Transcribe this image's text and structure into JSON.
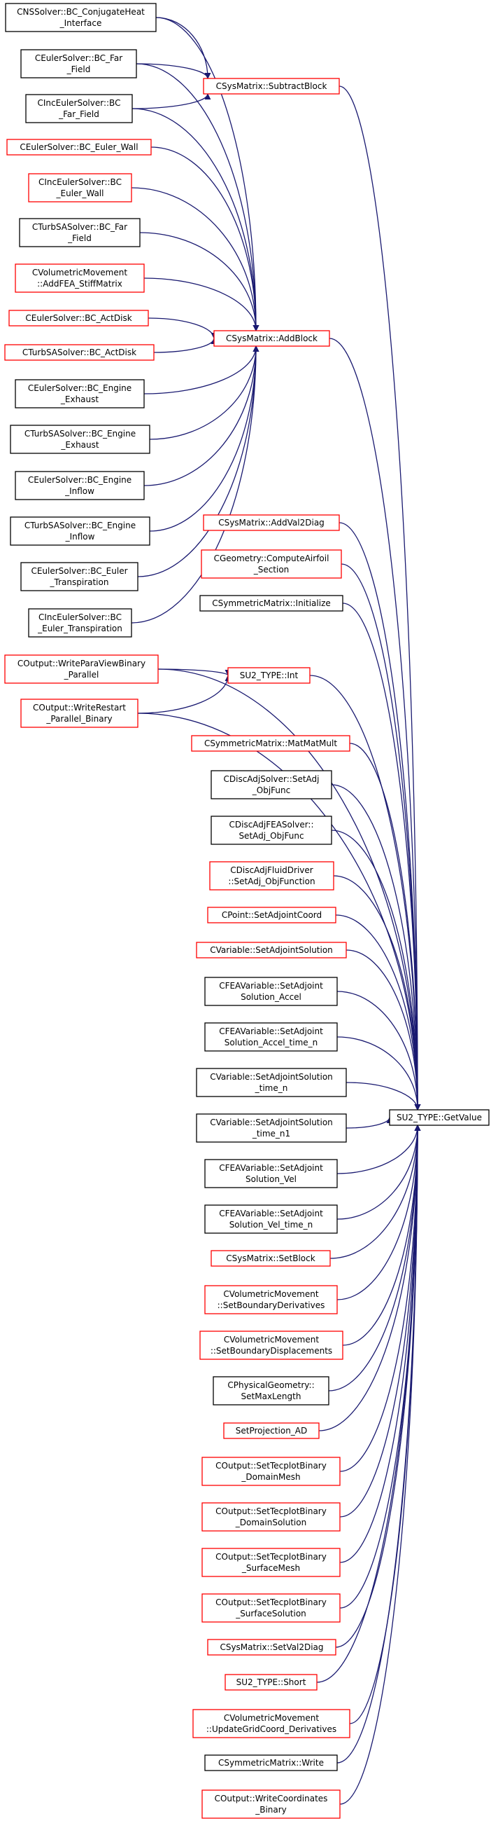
{
  "title": "SU2_TYPE::GetValue caller graph",
  "colors": {
    "edge": "#191970",
    "node_red": "#ff0000",
    "node_black": "#000000",
    "node_focus_fill": "#bfbfbf"
  },
  "nodes": [
    {
      "id": "getvalue",
      "lines": [
        "SU2_TYPE::GetValue"
      ],
      "color": "focus"
    },
    {
      "id": "cns_bc_conj",
      "lines": [
        "CNSSolver::BC_ConjugateHeat",
        "_Interface"
      ],
      "color": "black"
    },
    {
      "id": "ceuler_bc_far",
      "lines": [
        "CEulerSolver::BC_Far",
        "_Field"
      ],
      "color": "black"
    },
    {
      "id": "cinceuler_bc_far",
      "lines": [
        "CIncEulerSolver::BC",
        "_Far_Field"
      ],
      "color": "black"
    },
    {
      "id": "ceuler_bc_wall",
      "lines": [
        "CEulerSolver::BC_Euler_Wall"
      ],
      "color": "red"
    },
    {
      "id": "cinceuler_bc_wall",
      "lines": [
        "CIncEulerSolver::BC",
        "_Euler_Wall"
      ],
      "color": "red"
    },
    {
      "id": "cturb_bc_far",
      "lines": [
        "CTurbSASolver::BC_Far",
        "_Field"
      ],
      "color": "black"
    },
    {
      "id": "cvolmov_addfea",
      "lines": [
        "CVolumetricMovement",
        "::AddFEA_StiffMatrix"
      ],
      "color": "red"
    },
    {
      "id": "ceuler_actdisk",
      "lines": [
        "CEulerSolver::BC_ActDisk"
      ],
      "color": "red"
    },
    {
      "id": "cturb_actdisk",
      "lines": [
        "CTurbSASolver::BC_ActDisk"
      ],
      "color": "red"
    },
    {
      "id": "ceuler_eng_exh",
      "lines": [
        "CEulerSolver::BC_Engine",
        "_Exhaust"
      ],
      "color": "black"
    },
    {
      "id": "cturb_eng_exh",
      "lines": [
        "CTurbSASolver::BC_Engine",
        "_Exhaust"
      ],
      "color": "black"
    },
    {
      "id": "ceuler_eng_in",
      "lines": [
        "CEulerSolver::BC_Engine",
        "_Inflow"
      ],
      "color": "black"
    },
    {
      "id": "cturb_eng_in",
      "lines": [
        "CTurbSASolver::BC_Engine",
        "_Inflow"
      ],
      "color": "black"
    },
    {
      "id": "ceuler_transp",
      "lines": [
        "CEulerSolver::BC_Euler",
        "_Transpiration"
      ],
      "color": "black"
    },
    {
      "id": "cinceuler_transp",
      "lines": [
        "CIncEulerSolver::BC",
        "_Euler_Transpiration"
      ],
      "color": "black"
    },
    {
      "id": "coutput_paraview",
      "lines": [
        "COutput::WriteParaViewBinary",
        "_Parallel"
      ],
      "color": "red"
    },
    {
      "id": "coutput_restart",
      "lines": [
        "COutput::WriteRestart",
        "_Parallel_Binary"
      ],
      "color": "red"
    },
    {
      "id": "csys_subtract",
      "lines": [
        "CSysMatrix::SubtractBlock"
      ],
      "color": "red"
    },
    {
      "id": "csys_addblock",
      "lines": [
        "CSysMatrix::AddBlock"
      ],
      "color": "red"
    },
    {
      "id": "csys_addval2diag",
      "lines": [
        "CSysMatrix::AddVal2Diag"
      ],
      "color": "red"
    },
    {
      "id": "cgeom_airfoil",
      "lines": [
        "CGeometry::ComputeAirfoil",
        "_Section"
      ],
      "color": "red"
    },
    {
      "id": "csym_init",
      "lines": [
        "CSymmetricMatrix::Initialize"
      ],
      "color": "black"
    },
    {
      "id": "su2_int",
      "lines": [
        "SU2_TYPE::Int"
      ],
      "color": "red"
    },
    {
      "id": "csym_matmat",
      "lines": [
        "CSymmetricMatrix::MatMatMult"
      ],
      "color": "red"
    },
    {
      "id": "cdiscadj_setadj",
      "lines": [
        "CDiscAdjSolver::SetAdj",
        "_ObjFunc"
      ],
      "color": "black"
    },
    {
      "id": "cdiscadjfea_setadj",
      "lines": [
        "CDiscAdjFEASolver::",
        "SetAdj_ObjFunc"
      ],
      "color": "black"
    },
    {
      "id": "cdiscadjfluid_setadj",
      "lines": [
        "CDiscAdjFluidDriver",
        "::SetAdj_ObjFunction"
      ],
      "color": "red"
    },
    {
      "id": "cpoint_setadjcoord",
      "lines": [
        "CPoint::SetAdjointCoord"
      ],
      "color": "red"
    },
    {
      "id": "cvar_setadjsol",
      "lines": [
        "CVariable::SetAdjointSolution"
      ],
      "color": "red"
    },
    {
      "id": "cfea_setadj_accel",
      "lines": [
        "CFEAVariable::SetAdjoint",
        "Solution_Accel"
      ],
      "color": "black"
    },
    {
      "id": "cfea_setadj_accel_n",
      "lines": [
        "CFEAVariable::SetAdjoint",
        "Solution_Accel_time_n"
      ],
      "color": "black"
    },
    {
      "id": "cvar_setadj_n",
      "lines": [
        "CVariable::SetAdjointSolution",
        "_time_n"
      ],
      "color": "black"
    },
    {
      "id": "cvar_setadj_n1",
      "lines": [
        "CVariable::SetAdjointSolution",
        "_time_n1"
      ],
      "color": "black"
    },
    {
      "id": "cfea_setadj_vel",
      "lines": [
        "CFEAVariable::SetAdjoint",
        "Solution_Vel"
      ],
      "color": "black"
    },
    {
      "id": "cfea_setadj_vel_n",
      "lines": [
        "CFEAVariable::SetAdjoint",
        "Solution_Vel_time_n"
      ],
      "color": "black"
    },
    {
      "id": "csys_setblock",
      "lines": [
        "CSysMatrix::SetBlock"
      ],
      "color": "red"
    },
    {
      "id": "cvolmov_setbndderiv",
      "lines": [
        "CVolumetricMovement",
        "::SetBoundaryDerivatives"
      ],
      "color": "red"
    },
    {
      "id": "cvolmov_setbnddisp",
      "lines": [
        "CVolumetricMovement",
        "::SetBoundaryDisplacements"
      ],
      "color": "red"
    },
    {
      "id": "cphys_setmaxlen",
      "lines": [
        "CPhysicalGeometry::",
        "SetMaxLength"
      ],
      "color": "black"
    },
    {
      "id": "setprojection_ad",
      "lines": [
        "SetProjection_AD"
      ],
      "color": "red"
    },
    {
      "id": "coutput_tec_dmesh",
      "lines": [
        "COutput::SetTecplotBinary",
        "_DomainMesh"
      ],
      "color": "red"
    },
    {
      "id": "coutput_tec_dsol",
      "lines": [
        "COutput::SetTecplotBinary",
        "_DomainSolution"
      ],
      "color": "red"
    },
    {
      "id": "coutput_tec_smesh",
      "lines": [
        "COutput::SetTecplotBinary",
        "_SurfaceMesh"
      ],
      "color": "red"
    },
    {
      "id": "coutput_tec_ssol",
      "lines": [
        "COutput::SetTecplotBinary",
        "_SurfaceSolution"
      ],
      "color": "red"
    },
    {
      "id": "csys_setval2diag",
      "lines": [
        "CSysMatrix::SetVal2Diag"
      ],
      "color": "red"
    },
    {
      "id": "su2_short",
      "lines": [
        "SU2_TYPE::Short"
      ],
      "color": "red"
    },
    {
      "id": "cvolmov_updgrid",
      "lines": [
        "CVolumetricMovement",
        "::UpdateGridCoord_Derivatives"
      ],
      "color": "red"
    },
    {
      "id": "csym_write",
      "lines": [
        "CSymmetricMatrix::Write"
      ],
      "color": "black"
    },
    {
      "id": "coutput_writecoords",
      "lines": [
        "COutput::WriteCoordinates",
        "_Binary"
      ],
      "color": "red"
    }
  ],
  "edges": [
    [
      "csys_subtract",
      "getvalue"
    ],
    [
      "csys_addblock",
      "getvalue"
    ],
    [
      "csys_addval2diag",
      "getvalue"
    ],
    [
      "cgeom_airfoil",
      "getvalue"
    ],
    [
      "csym_init",
      "getvalue"
    ],
    [
      "coutput_paraview",
      "getvalue"
    ],
    [
      "su2_int",
      "getvalue"
    ],
    [
      "coutput_restart",
      "getvalue"
    ],
    [
      "csym_matmat",
      "getvalue"
    ],
    [
      "cdiscadj_setadj",
      "getvalue"
    ],
    [
      "cdiscadjfea_setadj",
      "getvalue"
    ],
    [
      "cdiscadjfluid_setadj",
      "getvalue"
    ],
    [
      "cpoint_setadjcoord",
      "getvalue"
    ],
    [
      "cvar_setadjsol",
      "getvalue"
    ],
    [
      "cfea_setadj_accel",
      "getvalue"
    ],
    [
      "cfea_setadj_accel_n",
      "getvalue"
    ],
    [
      "cvar_setadj_n",
      "getvalue"
    ],
    [
      "cvar_setadj_n1",
      "getvalue"
    ],
    [
      "cfea_setadj_vel",
      "getvalue"
    ],
    [
      "cfea_setadj_vel_n",
      "getvalue"
    ],
    [
      "csys_setblock",
      "getvalue"
    ],
    [
      "cvolmov_setbndderiv",
      "getvalue"
    ],
    [
      "cvolmov_setbnddisp",
      "getvalue"
    ],
    [
      "cphys_setmaxlen",
      "getvalue"
    ],
    [
      "setprojection_ad",
      "getvalue"
    ],
    [
      "coutput_tec_dmesh",
      "getvalue"
    ],
    [
      "coutput_tec_dsol",
      "getvalue"
    ],
    [
      "coutput_tec_smesh",
      "getvalue"
    ],
    [
      "coutput_tec_ssol",
      "getvalue"
    ],
    [
      "csys_setval2diag",
      "getvalue"
    ],
    [
      "su2_short",
      "getvalue"
    ],
    [
      "cvolmov_updgrid",
      "getvalue"
    ],
    [
      "csym_write",
      "getvalue"
    ],
    [
      "coutput_writecoords",
      "getvalue"
    ],
    [
      "ceuler_bc_far",
      "csys_subtract"
    ],
    [
      "cinceuler_bc_far",
      "csys_subtract"
    ],
    [
      "cns_bc_conj",
      "csys_subtract"
    ],
    [
      "cns_bc_conj",
      "csys_addblock"
    ],
    [
      "ceuler_bc_far",
      "csys_addblock"
    ],
    [
      "cinceuler_bc_far",
      "csys_addblock"
    ],
    [
      "ceuler_bc_wall",
      "csys_addblock"
    ],
    [
      "cinceuler_bc_wall",
      "csys_addblock"
    ],
    [
      "cturb_bc_far",
      "csys_addblock"
    ],
    [
      "cvolmov_addfea",
      "csys_addblock"
    ],
    [
      "ceuler_actdisk",
      "csys_addblock"
    ],
    [
      "cturb_actdisk",
      "csys_addblock"
    ],
    [
      "ceuler_eng_exh",
      "csys_addblock"
    ],
    [
      "cturb_eng_exh",
      "csys_addblock"
    ],
    [
      "ceuler_eng_in",
      "csys_addblock"
    ],
    [
      "cturb_eng_in",
      "csys_addblock"
    ],
    [
      "ceuler_transp",
      "csys_addblock"
    ],
    [
      "cinceuler_transp",
      "csys_addblock"
    ],
    [
      "coutput_paraview",
      "su2_int"
    ],
    [
      "coutput_restart",
      "su2_int"
    ]
  ]
}
